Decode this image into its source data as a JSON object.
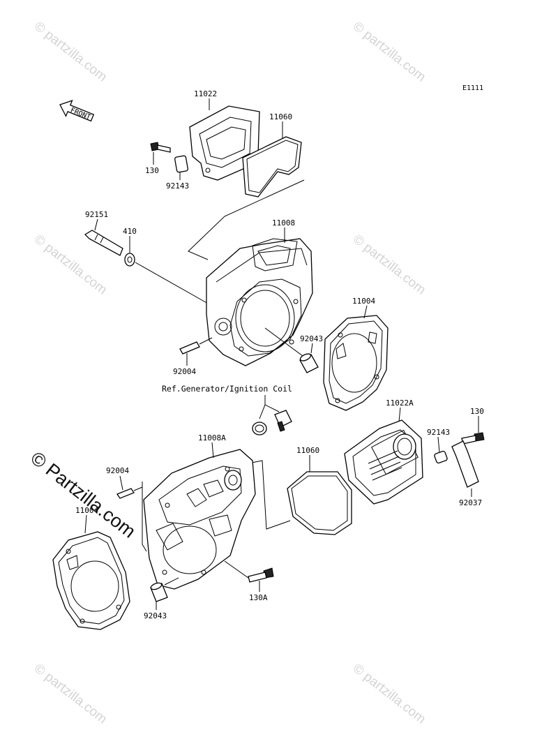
{
  "diagram_code": "E1111",
  "front_label": "FRONT",
  "reference_note": "Ref.Generator/Ignition Coil",
  "parts": {
    "cover_top": "11022",
    "gasket_top": "11060",
    "bolt_top": "130",
    "dowel_top": "92143",
    "stud_top": "92151",
    "washer": "410",
    "cylinder_top": "11008",
    "head_gasket_right": "11004",
    "dowel_mid_right": "92043",
    "stud_mid_left": "92004",
    "cover_bottom": "11022A",
    "bolt_bottom_right": "130",
    "dowel_bottom_right": "92143",
    "gasket_bottom": "11060",
    "cylinder_bottom": "11008A",
    "stud_bottom_left": "92004",
    "head_gasket_left": "11004",
    "bracket": "92037",
    "bolt_bottom": "130A",
    "dowel_bottom_left": "92043"
  },
  "watermark": {
    "small_text": "© partzilla.com",
    "big_text": "© Partzilla.com"
  }
}
